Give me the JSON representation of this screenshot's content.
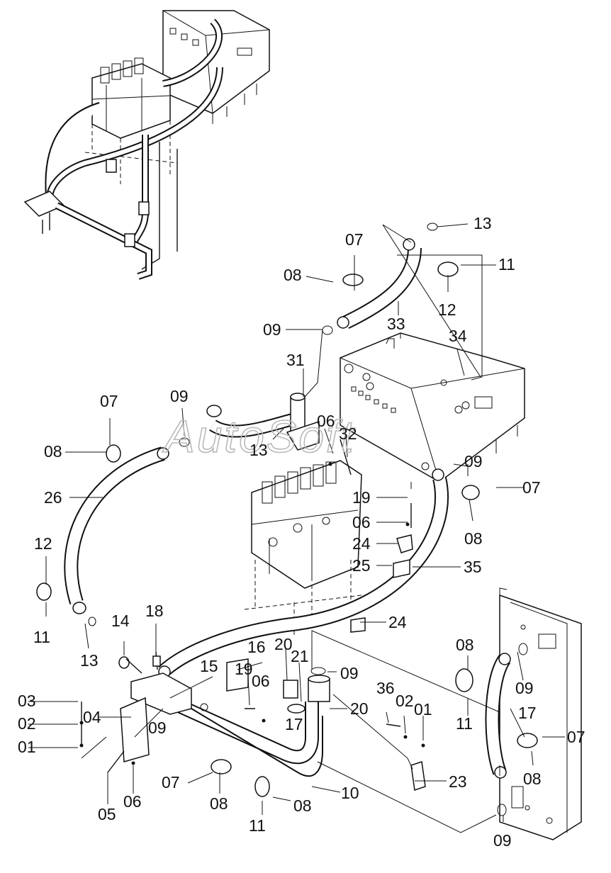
{
  "watermark": "AutoSoft",
  "callouts": [
    {
      "id": "c13a",
      "text": "13"
    },
    {
      "id": "c07a",
      "text": "07"
    },
    {
      "id": "c11a",
      "text": "11"
    },
    {
      "id": "c08a",
      "text": "08"
    },
    {
      "id": "c12a",
      "text": "12"
    },
    {
      "id": "c09a",
      "text": "09"
    },
    {
      "id": "c33",
      "text": "33"
    },
    {
      "id": "c34",
      "text": "34"
    },
    {
      "id": "c31",
      "text": "31"
    },
    {
      "id": "c07b",
      "text": "07"
    },
    {
      "id": "c09b",
      "text": "09"
    },
    {
      "id": "c06a",
      "text": "06"
    },
    {
      "id": "c32",
      "text": "32"
    },
    {
      "id": "c08b",
      "text": "08"
    },
    {
      "id": "c13b",
      "text": "13"
    },
    {
      "id": "c09c",
      "text": "09"
    },
    {
      "id": "c07c",
      "text": "07"
    },
    {
      "id": "c26",
      "text": "26"
    },
    {
      "id": "c19a",
      "text": "19"
    },
    {
      "id": "c08c",
      "text": "08"
    },
    {
      "id": "c06b",
      "text": "06"
    },
    {
      "id": "c24a",
      "text": "24"
    },
    {
      "id": "c12b",
      "text": "12"
    },
    {
      "id": "c25",
      "text": "25"
    },
    {
      "id": "c35",
      "text": "35"
    },
    {
      "id": "c11b",
      "text": "11"
    },
    {
      "id": "c24b",
      "text": "24"
    },
    {
      "id": "c18",
      "text": "18"
    },
    {
      "id": "c14",
      "text": "14"
    },
    {
      "id": "c13c",
      "text": "13"
    },
    {
      "id": "c16",
      "text": "16"
    },
    {
      "id": "c08d",
      "text": "08"
    },
    {
      "id": "c20a",
      "text": "20"
    },
    {
      "id": "c21",
      "text": "21"
    },
    {
      "id": "c15",
      "text": "15"
    },
    {
      "id": "c19b",
      "text": "19"
    },
    {
      "id": "c06c",
      "text": "06"
    },
    {
      "id": "c09d",
      "text": "09"
    },
    {
      "id": "c09e",
      "text": "09"
    },
    {
      "id": "c03",
      "text": "03"
    },
    {
      "id": "c36",
      "text": "36"
    },
    {
      "id": "c02a",
      "text": "02"
    },
    {
      "id": "c01a",
      "text": "01"
    },
    {
      "id": "c20b",
      "text": "20"
    },
    {
      "id": "c02b",
      "text": "02"
    },
    {
      "id": "c04",
      "text": "04"
    },
    {
      "id": "c11c",
      "text": "11"
    },
    {
      "id": "c17a",
      "text": "17"
    },
    {
      "id": "c17b",
      "text": "17"
    },
    {
      "id": "c09f",
      "text": "09"
    },
    {
      "id": "c01b",
      "text": "01"
    },
    {
      "id": "c07d",
      "text": "07"
    },
    {
      "id": "c08e",
      "text": "08"
    },
    {
      "id": "c23",
      "text": "23"
    },
    {
      "id": "c07e",
      "text": "07"
    },
    {
      "id": "c08f",
      "text": "08"
    },
    {
      "id": "c10",
      "text": "10"
    },
    {
      "id": "c05",
      "text": "05"
    },
    {
      "id": "c06d",
      "text": "06"
    },
    {
      "id": "c08g",
      "text": "08"
    },
    {
      "id": "c11d",
      "text": "11"
    },
    {
      "id": "c09g",
      "text": "09"
    }
  ]
}
